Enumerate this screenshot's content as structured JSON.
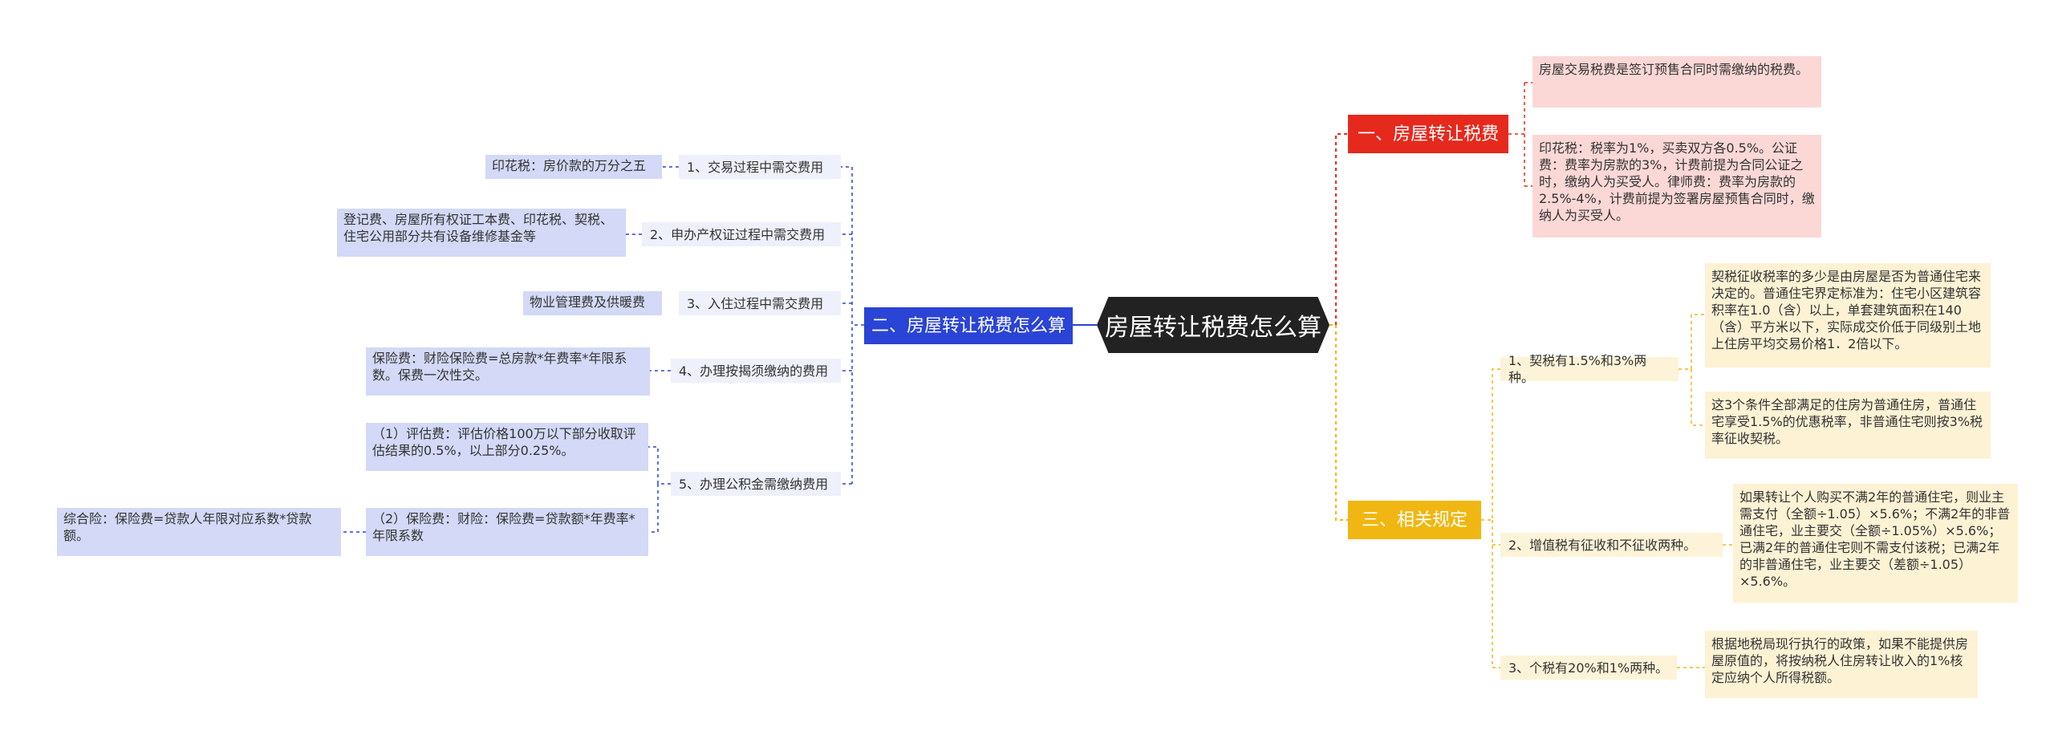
{
  "root": {
    "title": "房屋转让税费怎么算"
  },
  "branches": {
    "b1": {
      "title": "一、房屋转让税费",
      "color": "#e6291d",
      "children": [
        "房屋交易税费是签订预售合同时需缴纳的税费。",
        "印花税：税率为1%，买卖双方各0.5%。公证费：费率为房款的3%，计费前提为合同公证之时，缴纳人为买受人。律师费：费率为房款的2.5%-4%，计费前提为签署房屋预售合同时，缴纳人为买受人。"
      ]
    },
    "b2": {
      "title": "二、房屋转让税费怎么算",
      "color": "#2a44d6",
      "items": [
        {
          "label": "1、交易过程中需交费用",
          "children": [
            "印花税：房价款的万分之五"
          ]
        },
        {
          "label": "2、申办产权证过程中需交费用",
          "children": [
            "登记费、房屋所有权证工本费、印花税、契税、住宅公用部分共有设备维修基金等"
          ]
        },
        {
          "label": "3、入住过程中需交费用",
          "children": [
            "物业管理费及供暖费"
          ]
        },
        {
          "label": "4、办理按揭须缴纳的费用",
          "children": [
            "保险费：财险保险费=总房款*年费率*年限系数。保费一次性交。"
          ]
        },
        {
          "label": "5、办理公积金需缴纳费用",
          "children": [
            "（1）评估费：评估价格100万以下部分收取评估结果的0.5%，以上部分0.25%。",
            "（2）保险费：财险：保险费=贷款额*年费率*年限系数"
          ]
        }
      ],
      "subleaf": "综合险：保险费=贷款人年限对应系数*贷款额。"
    },
    "b3": {
      "title": "三、相关规定",
      "color": "#f0b712",
      "items": [
        {
          "label": "1、契税有1.5%和3%两种。",
          "children": [
            "契税征收税率的多少是由房屋是否为普通住宅来决定的。普通住宅界定标准为：住宅小区建筑容积率在1.0（含）以上，单套建筑面积在140（含）平方米以下，实际成交价低于同级别土地上住房平均交易价格1．2倍以下。",
            "这3个条件全部满足的住房为普通住房，普通住宅享受1.5%的优惠税率，非普通住宅则按3%税率征收契税。"
          ]
        },
        {
          "label": "2、增值税有征收和不征收两种。",
          "children": [
            "如果转让个人购买不满2年的普通住宅，则业主需支付（全额÷1.05）×5.6%；不满2年的非普通住宅，业主要交（全额÷1.05%）×5.6%；已满2年的普通住宅则不需支付该税；已满2年的非普通住宅，业主要交（差额÷1.05）×5.6%。"
          ]
        },
        {
          "label": "3、个税有20%和1%两种。",
          "children": [
            "根据地税局现行执行的政策，如果不能提供房屋原值的，将按纳税人住房转让收入的1%核定应纳个人所得税额。"
          ]
        }
      ]
    }
  }
}
